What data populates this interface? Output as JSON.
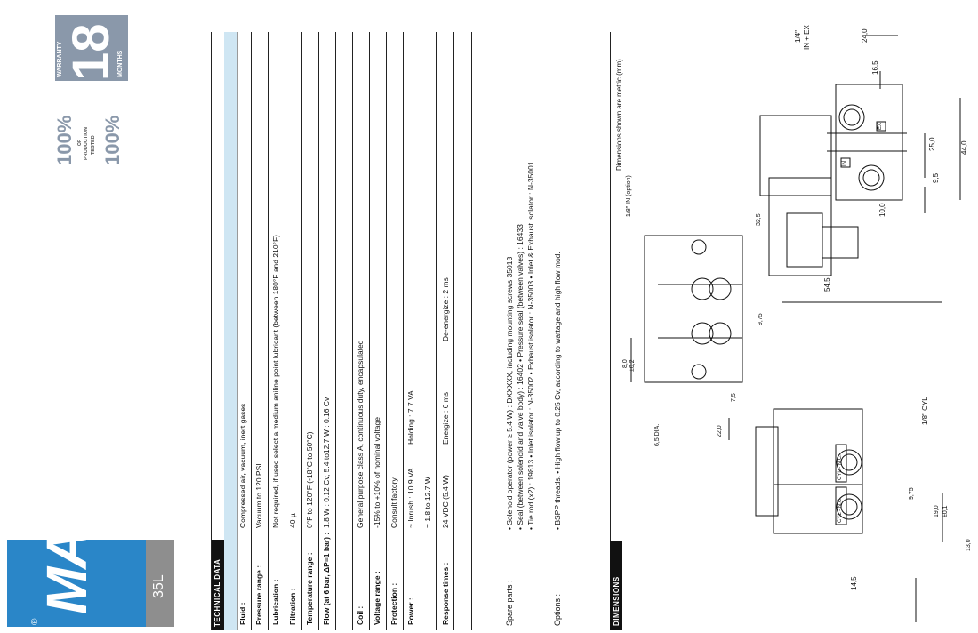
{
  "brand": {
    "logo_text": "MAC",
    "registered": "®",
    "model": "35L"
  },
  "badges": {
    "warranty_word": "WARRANTY",
    "warranty_number": "18",
    "warranty_unit": "MONTHS",
    "tested_percent_top": "100%",
    "tested_of": "OF",
    "tested_production": "PRODUCTION",
    "tested_tested": "TESTED",
    "tested_percent_bottom": "100%"
  },
  "technical_data": {
    "heading": "TECHNICAL DATA",
    "rows": [
      {
        "label": "Fluid :",
        "value": "Compressed air, vacuum, inert gases"
      },
      {
        "label": "Pressure range :",
        "value": "Vacuum to 120 PSI"
      },
      {
        "label": "Lubrication :",
        "value": "Not required, if used select a medium aniline point lubricant (between 180°F and 210°F)"
      },
      {
        "label": "Filtration :",
        "value": "40 µ"
      },
      {
        "label": "Temperature range :",
        "value": "0°F to 120°F (-18°C to 50°C)"
      },
      {
        "label": "Flow (at 6 bar, ΔP=1 bar) :",
        "value": "1.8 W : 0.12 Cv, 5.4 to12.7 W : 0.16 Cv"
      },
      {
        "label": "Coil :",
        "value": "General purpose class A, continuous duty, encapsulated"
      },
      {
        "label": "Voltage range :",
        "value": "-15% to +10% of nominal voltage"
      },
      {
        "label": "Protection :",
        "value": "Consult factory"
      },
      {
        "label": "Power :",
        "value": "~ Inrush : 10.9 VA",
        "value2": "Holding : 7.7 VA",
        "value3": "= 1.8 to 12.7 W"
      },
      {
        "label": "Response times :",
        "value": "24 VDC (5.4 W)",
        "value2": "Energize : 6 ms",
        "value3": "De-energize : 2 ms"
      }
    ]
  },
  "spare_parts": {
    "label": "Spare parts :",
    "lines": [
      "• Solenoid operator (power ≥ 5.4 W) : DXXXXX, including mounting screws 35013",
      "• Seal (between solenoid and valve body) : 16402 • Pressure seal (between valves) : 16433",
      "• Tie rod (x2) : 19813 • Inlet isolator : N-35002 • Exhaust isolator : N-35003 • Inlet & Exhaust isolator : N-35001"
    ]
  },
  "options": {
    "label": "Options :",
    "line": "• BSPP threads. • High flow up to 0.25 Cv, according to wattage and high flow mod."
  },
  "dimensions": {
    "heading": "DIMENSIONS",
    "note": "Dimensions shown are metric (mm)",
    "labels": {
      "port_in_ex": "1/4\"",
      "port_in_ex_2": "IN + EX",
      "d24": "24,0",
      "d165": "16,5",
      "d440": "44,0",
      "d250": "25,0",
      "d95": "9,5",
      "d100": "10,0",
      "d325": "32,5",
      "d545": "54,5",
      "in_option": "1/8\" IN (option)",
      "d975a": "9,75",
      "d80": "8,0",
      "d80tol": "±0,2",
      "d75": "7,5",
      "d220": "22,0",
      "dia": "6,5 DIA.",
      "cyl": "1/8\" CYL",
      "d975b": "9,75",
      "d190": "19,0",
      "d190tol": "±0,1",
      "d145": "14,5",
      "d130": "13,0",
      "tag_in": "IN",
      "tag_ex": "EX",
      "tag_cyl_nc": "CYL - N.C.",
      "tag_cyl_no": "CYL - N.C."
    }
  }
}
